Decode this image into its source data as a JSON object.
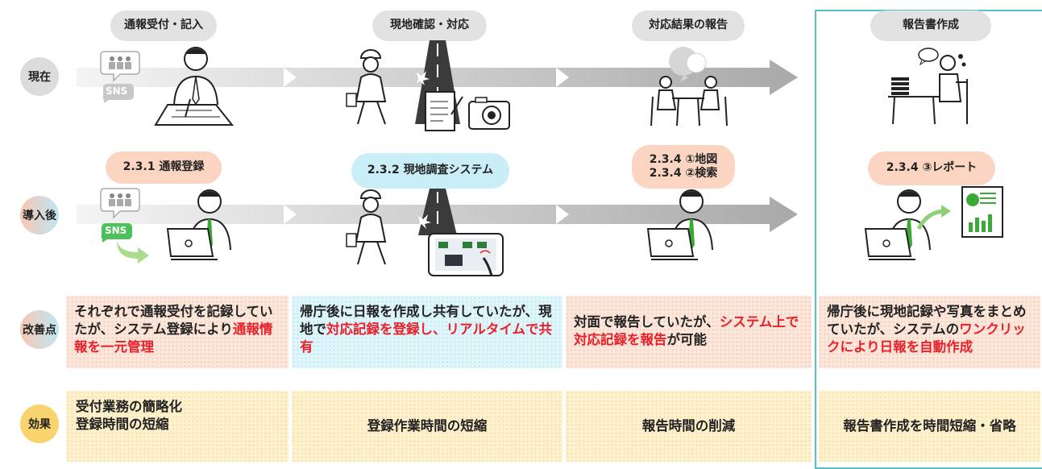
{
  "row_labels": {
    "current": "現在",
    "after": "導入後",
    "improvement": "改善点",
    "effect": "効果"
  },
  "current_stages": [
    {
      "label": "通報受付・記入"
    },
    {
      "label": "現地確認・対応"
    },
    {
      "label": "対応結果の報告"
    },
    {
      "label": "報告書作成"
    }
  ],
  "after_stages": [
    {
      "label": "2.3.1 通報登録"
    },
    {
      "label": "2.3.2 現地調査システム"
    },
    {
      "label_line1": "2.3.4 ①地図",
      "label_line2": "2.3.4 ②検索"
    },
    {
      "label": "2.3.4 ③レポート"
    }
  ],
  "icon_labels": {
    "sns": "SNS"
  },
  "improvements": [
    {
      "part1": "それぞれで通報受付を記録していたが、システム登録により",
      "highlight1": "通報情報を一元管理",
      "part2": "",
      "highlight2": "",
      "part3": ""
    },
    {
      "part1": "帰庁後に日報を作成し共有していたが、現地で",
      "highlight1": "対応記録を登録し、リアルタイムで共有",
      "part2": "",
      "highlight2": "",
      "part3": ""
    },
    {
      "part1": "対面で報告していたが、",
      "highlight1": "システム上で対応記録を報告",
      "part2": "が可能",
      "highlight2": "",
      "part3": ""
    },
    {
      "part1": "帰庁後に現地記録や写真をまとめていたが、システムの",
      "highlight1": "ワンクリックにより日報を自動作成",
      "part2": "",
      "highlight2": "",
      "part3": ""
    }
  ],
  "effects": [
    {
      "line1": "受付業務の簡略化",
      "line2": "登録時間の短縮"
    },
    {
      "line1": "登録作業時間の短縮"
    },
    {
      "line1": "報告時間の削減"
    },
    {
      "line1": "報告書作成を時間短縮・省略"
    }
  ],
  "colors": {
    "highlight_red": "#e8202a",
    "accent_teal": "#56c1c7",
    "tie_green": "#3aa935",
    "pill_gray": "#e2e2e2",
    "pill_salmon": "#fbd5c2",
    "pill_blue": "#c9eef7",
    "effect_yellow": "#fdf1cf",
    "improvement_pink": "#fbe7dc"
  }
}
